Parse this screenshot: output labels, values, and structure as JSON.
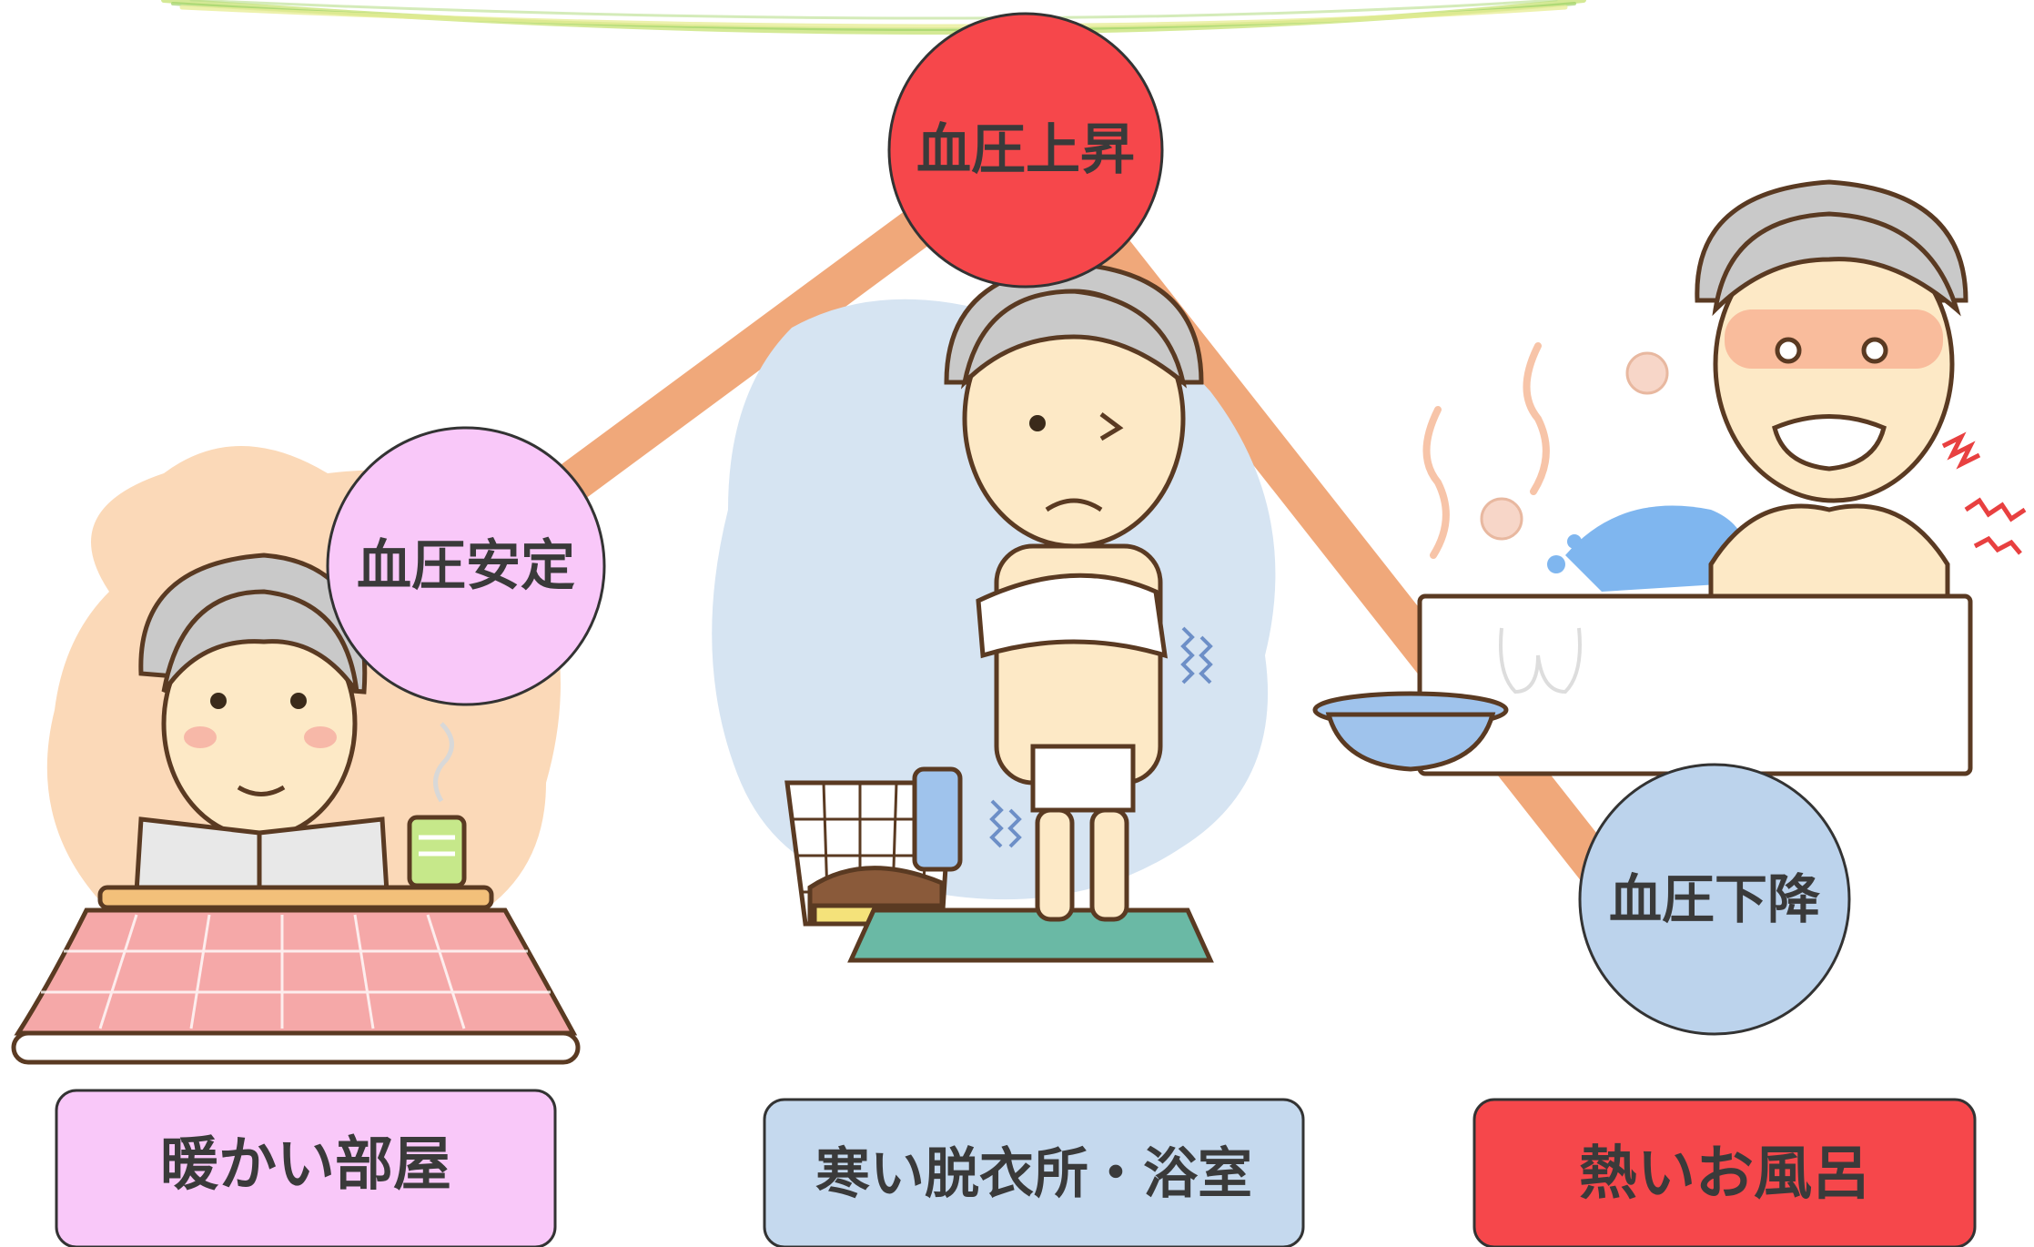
{
  "states": {
    "stable": {
      "bubble": "血圧安定",
      "color": "#f9c8f9"
    },
    "rise": {
      "bubble": "血圧上昇",
      "color": "#f6474b"
    },
    "fall": {
      "bubble": "血圧下降",
      "color": "#bcd3ec"
    }
  },
  "rooms": {
    "warm": {
      "label": "暖かい部屋",
      "color": "#f9c8f9"
    },
    "cold": {
      "label": "寒い脱衣所・浴室",
      "color": "#c5d9ee"
    },
    "hot": {
      "label": "熱いお風呂",
      "color": "#f6474b"
    }
  },
  "palette": {
    "path": "#f0a87a",
    "outline": "#5a3a22",
    "warm_glow": "#fbd9b8",
    "cold_glow": "#d6e4f2",
    "skin": "#fde9c6",
    "hair": "#c9c9c9"
  },
  "icons": [
    "elderly-man-warm-icon",
    "kotatsu-icon",
    "tea-cup-icon",
    "elderly-man-cold-icon",
    "laundry-basket-icon",
    "bath-mat-icon",
    "elderly-man-bath-icon",
    "bathtub-icon",
    "wash-basin-icon",
    "steam-icon"
  ]
}
